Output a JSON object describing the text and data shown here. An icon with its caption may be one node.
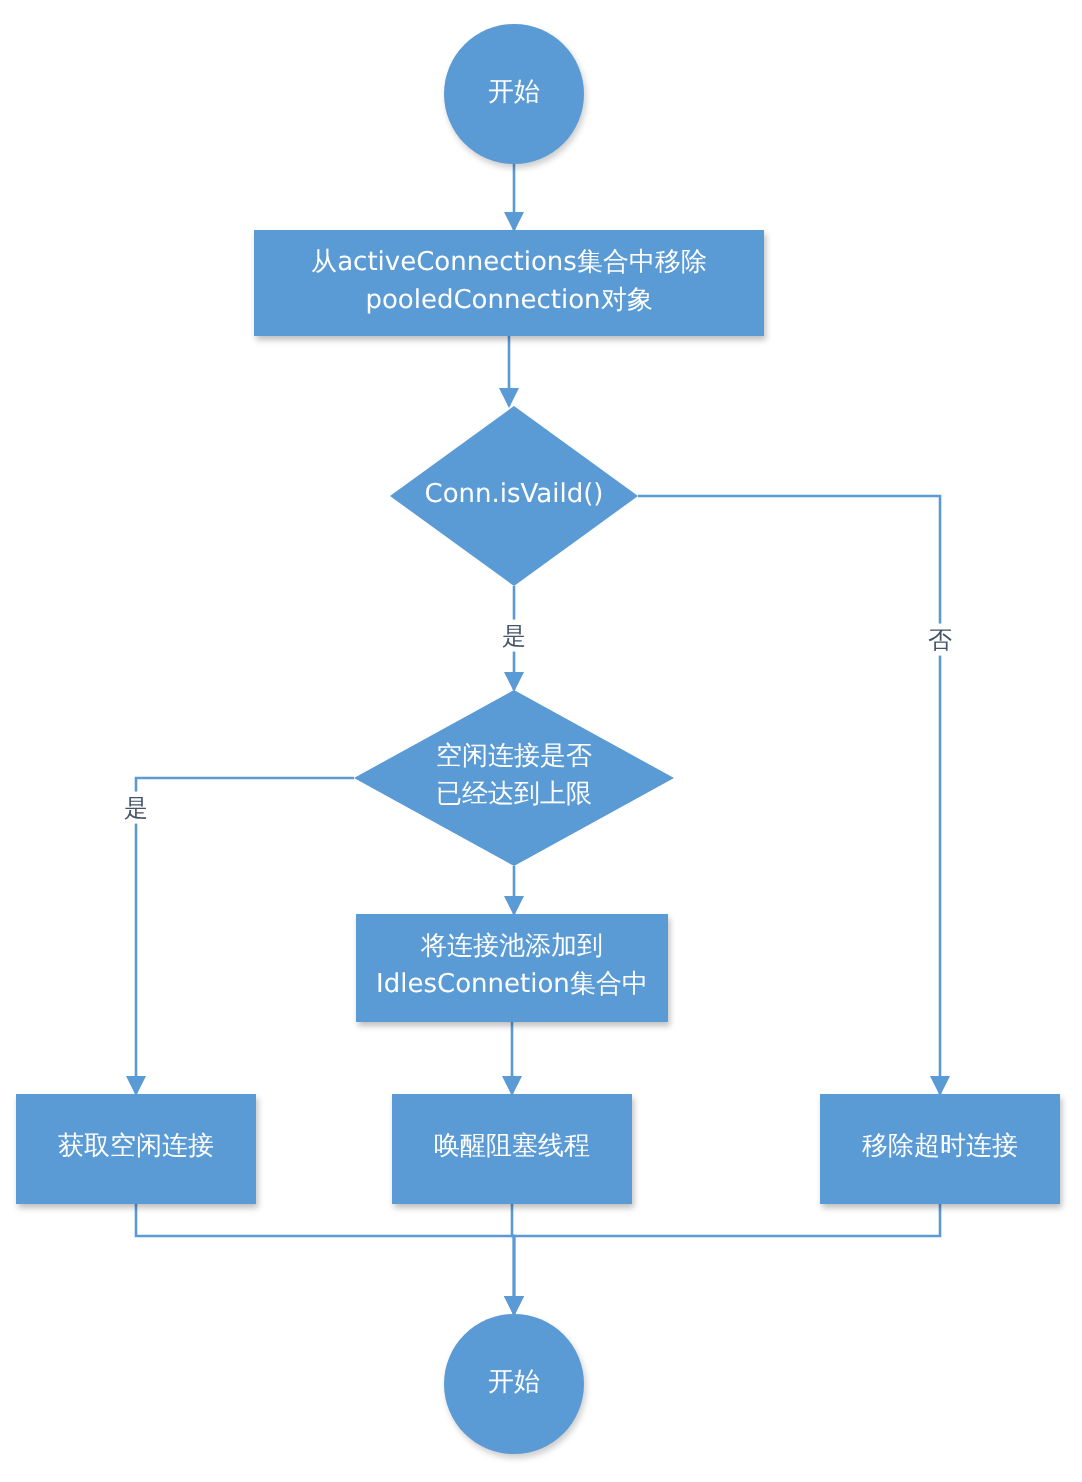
{
  "diagram": {
    "nodes": [
      {
        "text": [
          "开始"
        ]
      },
      {
        "text": [
          "从activeConnections集合中移除pooledConnection对象"
        ]
      },
      {
        "text": [
          "Conn.isVaild()"
        ]
      },
      {
        "text": [
          "空闲连接是否已经达到上限"
        ]
      },
      {
        "text": [
          "将连接池添加到IdlesConnetion集合中"
        ]
      },
      {
        "text": [
          "获取空闲连接"
        ]
      },
      {
        "text": [
          "唤醒阻塞线程"
        ]
      },
      {
        "text": [
          "移除超时连接"
        ]
      },
      {
        "text": [
          "开始"
        ]
      }
    ],
    "edges": [
      {
        "from": 0,
        "to": 1,
        "arrow": "to"
      },
      {
        "from": 1,
        "to": 2,
        "arrow": "to"
      },
      {
        "from": 2,
        "to": 3,
        "arrow": "to",
        "label": "是"
      },
      {
        "from": 2,
        "to": 7,
        "arrow": "to",
        "label": "否"
      },
      {
        "from": 3,
        "to": 5,
        "arrow": "to",
        "label": "是"
      },
      {
        "from": 3,
        "to": 4,
        "arrow": "to"
      },
      {
        "from": 4,
        "to": 6,
        "arrow": "to"
      },
      {
        "from": 5,
        "to": 8,
        "arrow": "to"
      },
      {
        "from": 6,
        "to": 8,
        "arrow": "to"
      },
      {
        "from": 7,
        "to": 8,
        "arrow": "to"
      }
    ]
  }
}
